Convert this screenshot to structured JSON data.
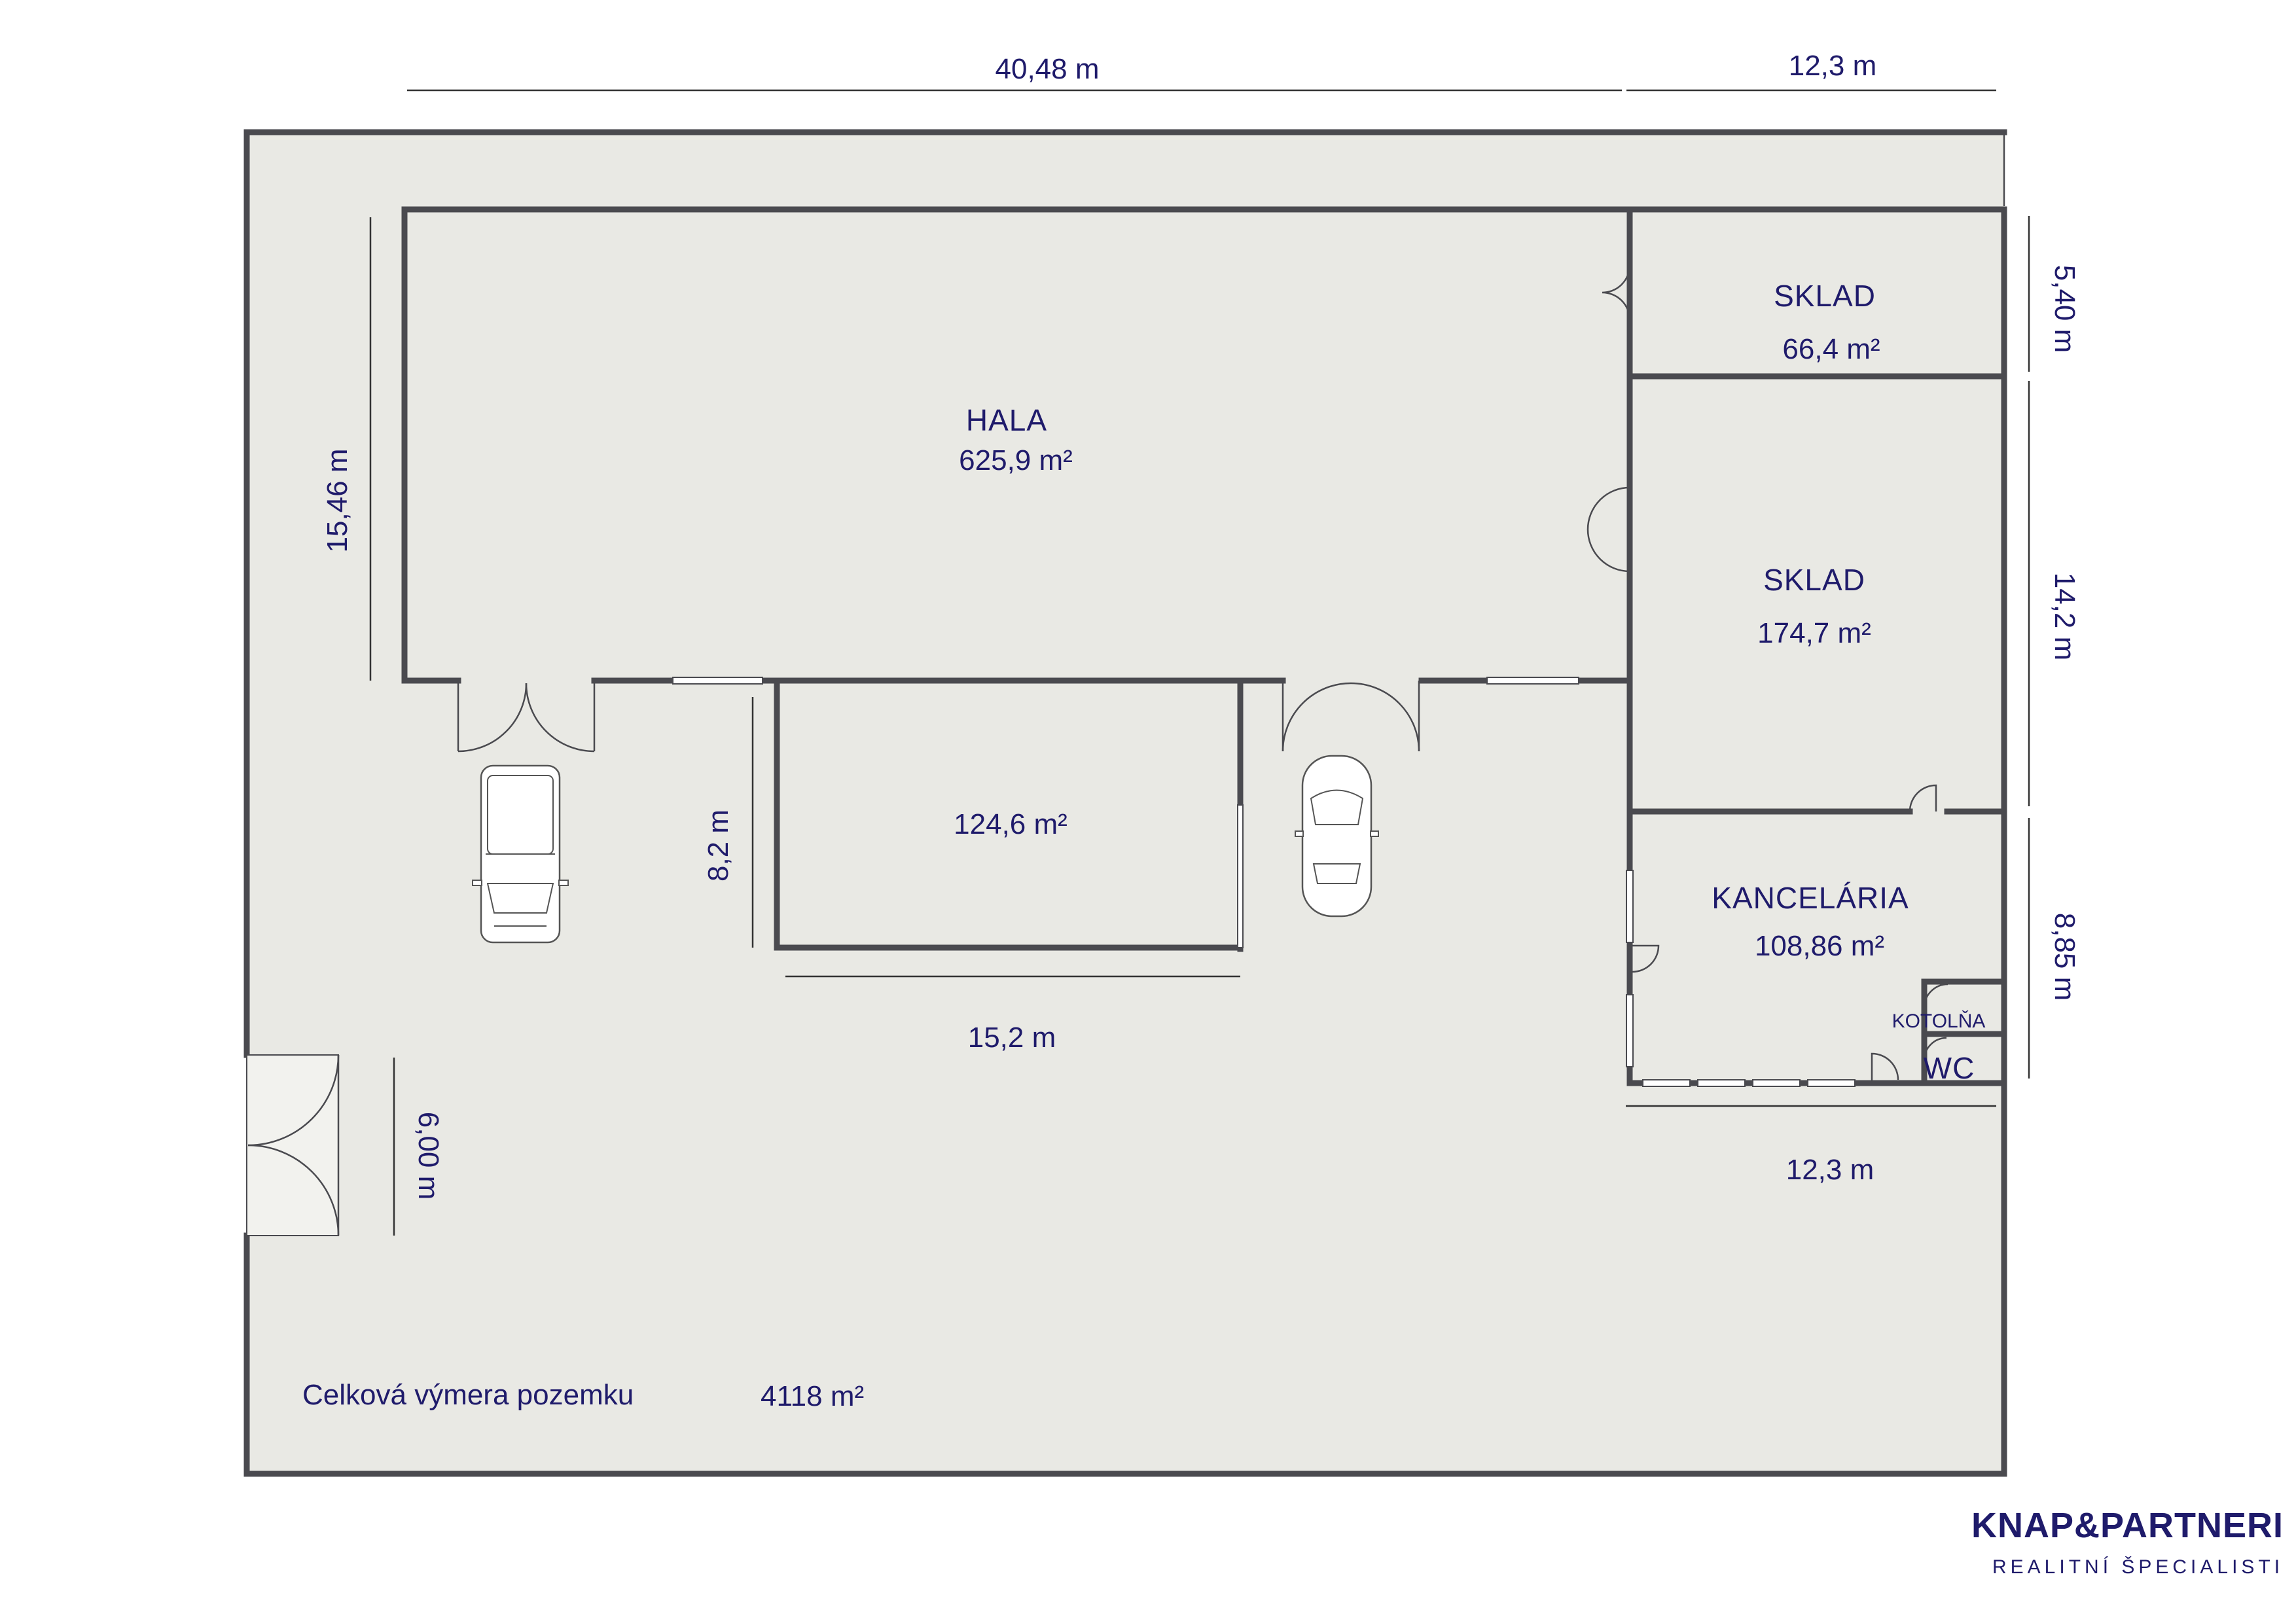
{
  "rooms": {
    "hala": {
      "name": "HALA",
      "area": "625,9 m²"
    },
    "sklad_small": {
      "name": "SKLAD",
      "area": "66,4 m²"
    },
    "sklad_large": {
      "name": "SKLAD",
      "area": "174,7 m²"
    },
    "inner_room": {
      "area": "124,6 m²"
    },
    "kancelaria": {
      "name": "KANCELÁRIA",
      "area": "108,86 m²"
    },
    "kotolna": {
      "name": "KOTOLŇA"
    },
    "wc": {
      "name": "WC"
    }
  },
  "dimensions": {
    "top_left": "40,48 m",
    "top_right": "12,3 m",
    "hala_height": "15,46 m",
    "sklad_small_height": "5,40 m",
    "sklad_large_height": "14,2 m",
    "kancelaria_height": "8,85 m",
    "inner_height": "8,2 m",
    "inner_width": "15,2 m",
    "gate_width": "6,00 m",
    "bottom_right": "12,3 m"
  },
  "plot": {
    "label": "Celková výmera pozemku",
    "area": "4118 m²"
  },
  "logo": {
    "name": "KNAP&PARTNERI",
    "tagline": "REALITNÍ ŠPECIALISTI"
  },
  "colors": {
    "floor": "#e9e9e4",
    "wall": "#4a4a4f",
    "text": "#1f1b6b"
  }
}
